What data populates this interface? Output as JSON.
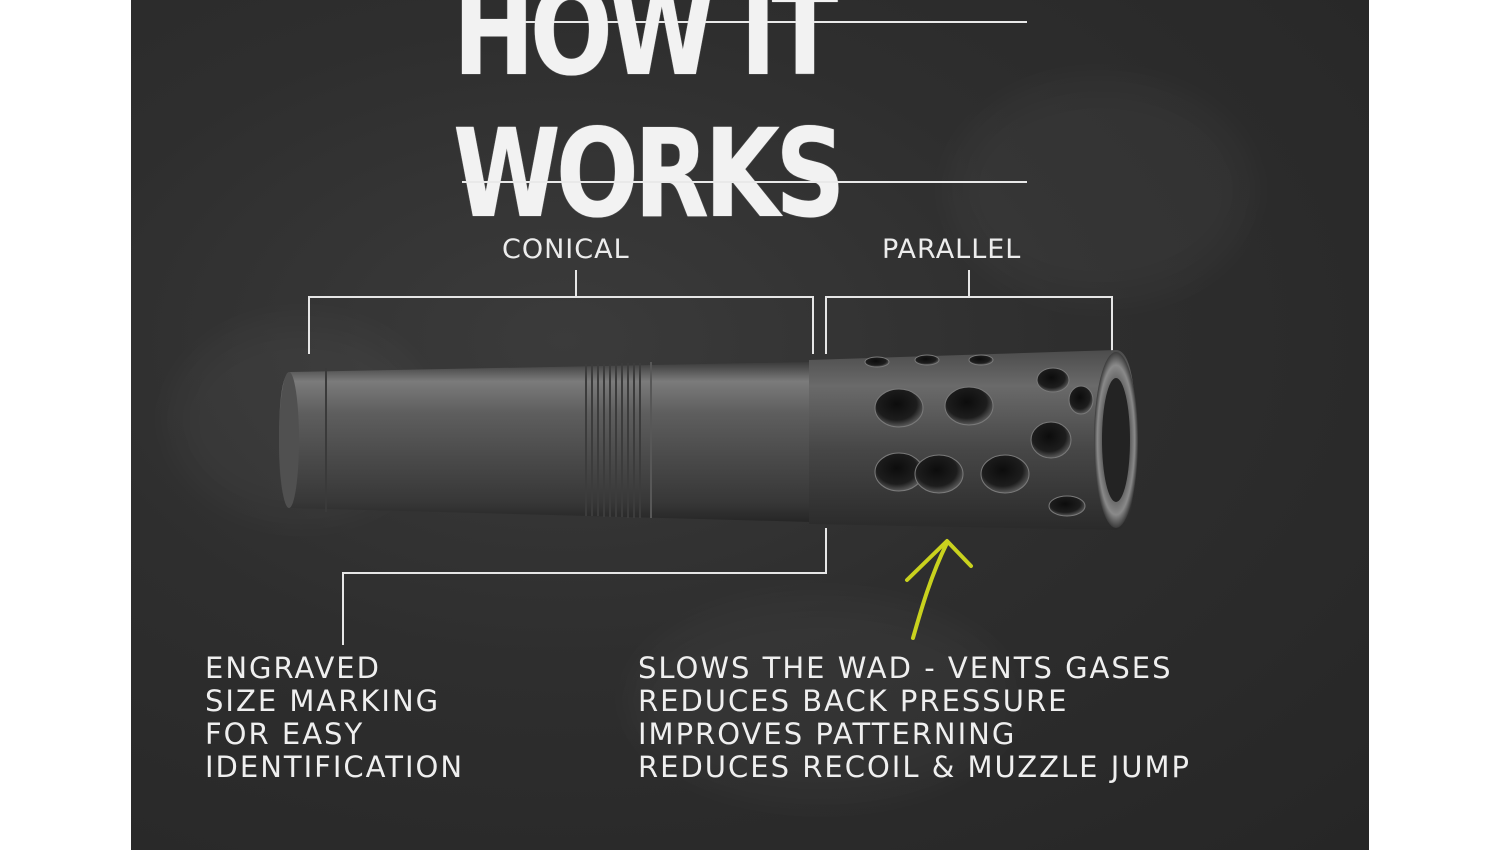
{
  "title": "HOW IT WORKS",
  "sections": {
    "conical": "CONICAL",
    "parallel": "PARALLEL"
  },
  "callouts": {
    "left": [
      "ENGRAVED",
      "SIZE MARKING",
      "FOR EASY",
      "IDENTIFICATION"
    ],
    "right": [
      "SLOWS THE WAD - VENTS GASES",
      "REDUCES BACK PRESSURE",
      "IMPROVES PATTERNING",
      "REDUCES RECOIL & MUZZLE JUMP"
    ]
  },
  "colors": {
    "chalkboard": "#2e2e2e",
    "chalk": "#efefef",
    "arrow": "#c9d21e",
    "metal": "#6b6b6b"
  }
}
